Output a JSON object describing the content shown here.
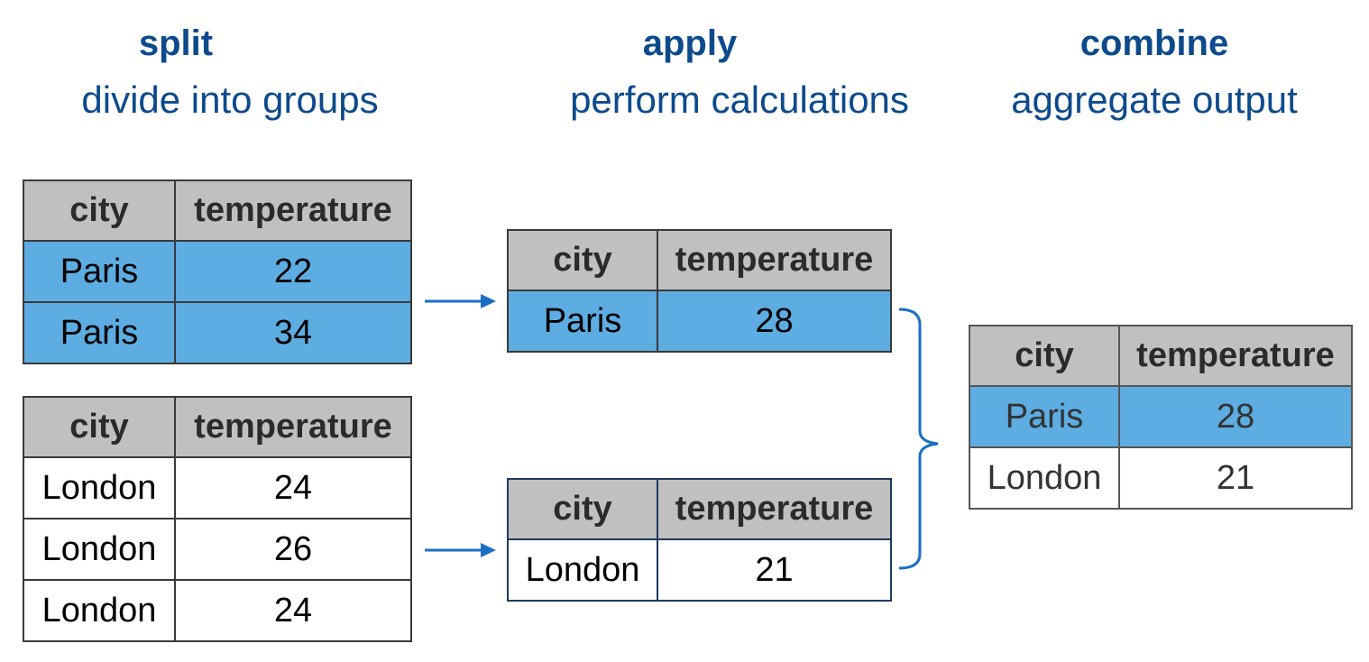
{
  "headings": {
    "split": {
      "title": "split",
      "subtitle": "divide into groups"
    },
    "apply": {
      "title": "apply",
      "subtitle": "perform calculations"
    },
    "combine": {
      "title": "combine",
      "subtitle": "aggregate output"
    }
  },
  "columns": {
    "city": "city",
    "temperature": "temperature"
  },
  "split_paris": {
    "rows": [
      {
        "city": "Paris",
        "temperature": "22"
      },
      {
        "city": "Paris",
        "temperature": "34"
      }
    ]
  },
  "split_london": {
    "rows": [
      {
        "city": "London",
        "temperature": "24"
      },
      {
        "city": "London",
        "temperature": "26"
      },
      {
        "city": "London",
        "temperature": "24"
      }
    ]
  },
  "apply_paris": {
    "rows": [
      {
        "city": "Paris",
        "temperature": "28"
      }
    ]
  },
  "apply_london": {
    "rows": [
      {
        "city": "London",
        "temperature": "21"
      }
    ]
  },
  "combine": {
    "rows": [
      {
        "city": "Paris",
        "temperature": "28"
      },
      {
        "city": "London",
        "temperature": "21"
      }
    ]
  },
  "colors": {
    "heading": "#0d4a8c",
    "highlight": "#5dade2",
    "header_bg": "#c0c0c0",
    "arrow": "#1a6fc4"
  }
}
